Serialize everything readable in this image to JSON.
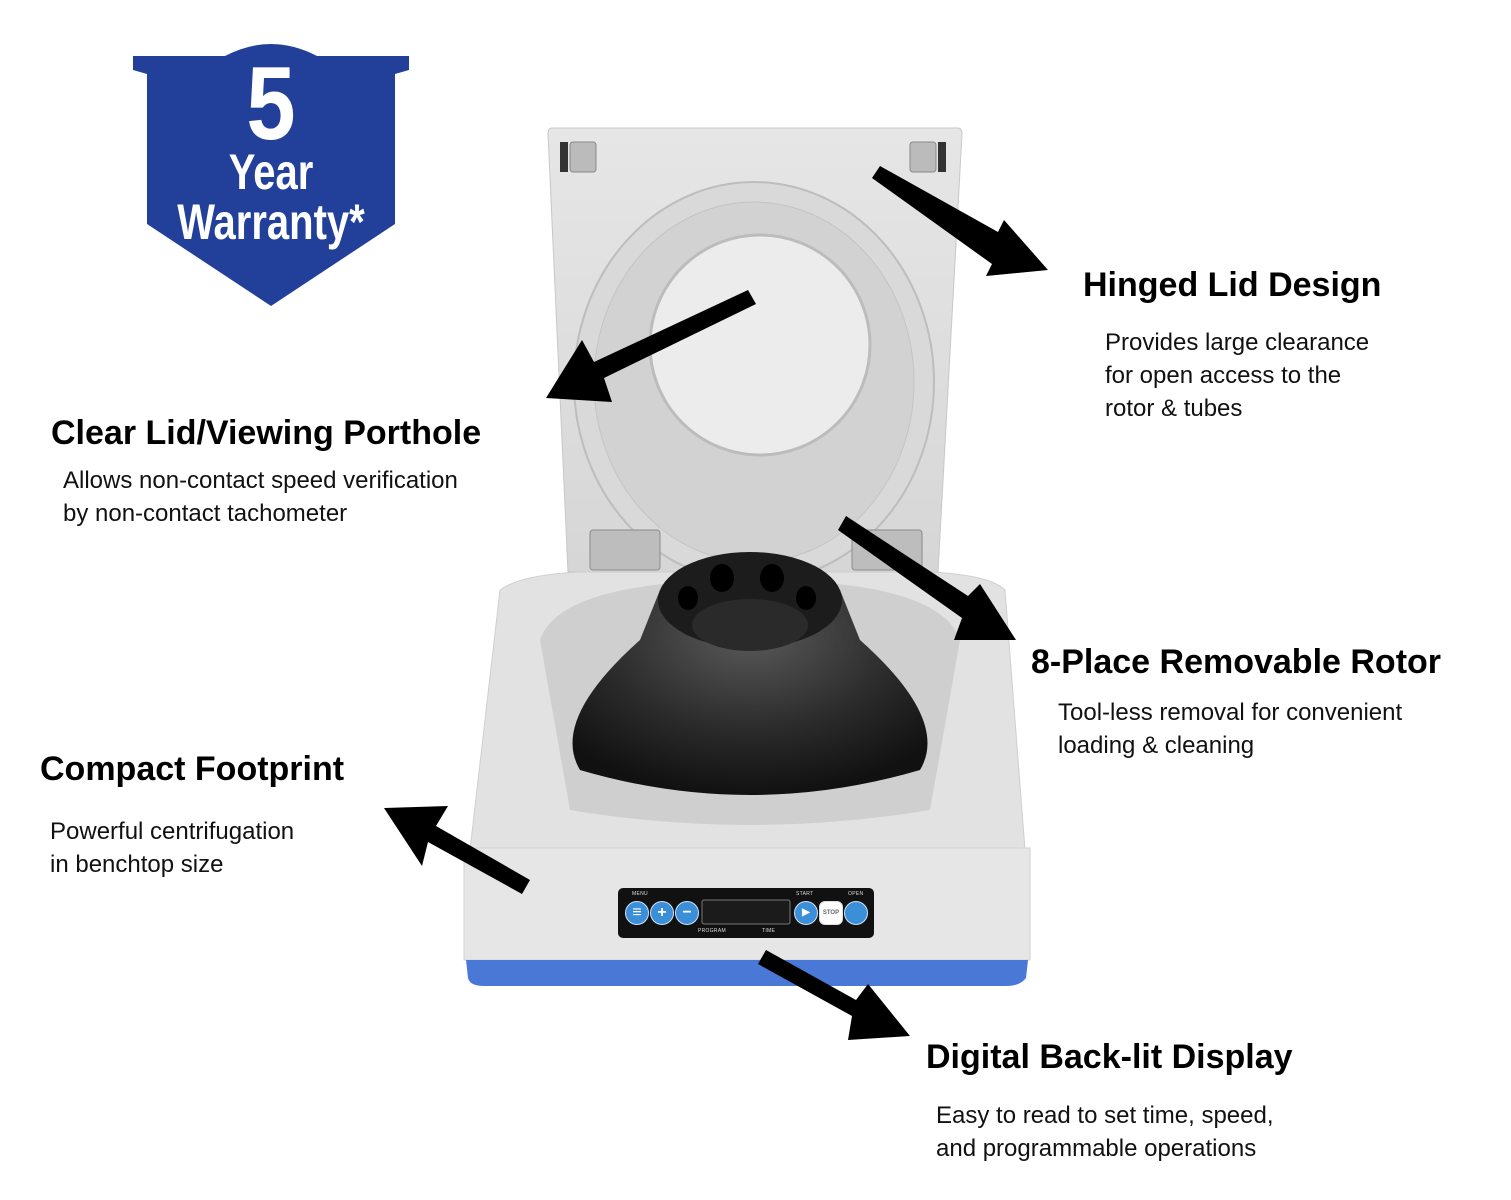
{
  "badge": {
    "number": "5",
    "line1": "Year",
    "line2": "Warranty*",
    "color": "#22409a"
  },
  "features": {
    "hinged_lid": {
      "title": "Hinged Lid Design",
      "desc": [
        "Provides large clearance",
        "for open access to the",
        "rotor & tubes"
      ]
    },
    "clear_lid": {
      "title": "Clear Lid/Viewing Porthole",
      "desc": [
        "Allows non-contact speed verification",
        "by non-contact tachometer"
      ]
    },
    "rotor": {
      "title": "8-Place Removable Rotor",
      "desc": [
        "Tool-less removal for convenient",
        "loading & cleaning"
      ]
    },
    "footprint": {
      "title": "Compact Footprint",
      "desc": [
        "Powerful centrifugation",
        "in benchtop size"
      ]
    },
    "display": {
      "title": "Digital Back-lit Display",
      "desc": [
        "Easy to read to set time, speed,",
        "and programmable operations"
      ]
    }
  },
  "control_panel": {
    "menu_label": "MENU",
    "start_label": "START",
    "open_label": "OPEN",
    "stop_label": "STOP",
    "program_label": "PROGRAM",
    "time_label": "TIME",
    "plus": "+",
    "minus": "−",
    "menu_glyph": "≡",
    "play_glyph": "▶"
  },
  "colors": {
    "base_blue": "#4a78d6",
    "button_blue": "#3b8fd9",
    "arrow": "#000000",
    "body_gray": "#e4e4e4"
  }
}
